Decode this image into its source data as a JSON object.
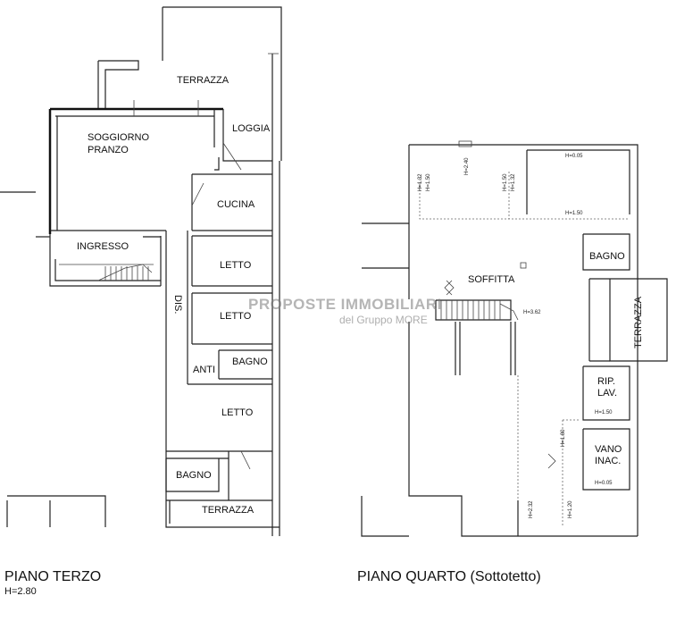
{
  "floor3": {
    "title": "PIANO TERZO",
    "height": "H=2.80",
    "rooms": {
      "terrazza_top": "TERRAZZA",
      "loggia": "LOGGIA",
      "soggiorno_line1": "SOGGIORNO",
      "soggiorno_line2": "PRANZO",
      "cucina": "CUCINA",
      "ingresso": "INGRESSO",
      "letto1": "LETTO",
      "letto2": "LETTO",
      "dis": "DIS.",
      "anti": "ANTI",
      "bagno1": "BAGNO",
      "letto3": "LETTO",
      "bagno2": "BAGNO",
      "terrazza_bottom": "TERRAZZA"
    }
  },
  "floor4": {
    "title": "PIANO QUARTO (Sottotetto)",
    "rooms": {
      "soffitta": "SOFFITTA",
      "bagno": "BAGNO",
      "terrazza": "TERRAZZA",
      "rip_line1": "RIP.",
      "rip_line2": "LAV.",
      "vano_line1": "VANO",
      "vano_line2": "INAC."
    },
    "heights": {
      "h_005_top": "H=0.05",
      "h_150_top": "H=1.50",
      "h_240": "H=2.40",
      "h_132_a": "H=1.32",
      "h_150_a": "H=1.50",
      "h_150_b": "H=1.50",
      "h_132_b": "H=1.32",
      "h_362": "H=3.62",
      "h_150_rip": "H=1.50",
      "h_005_vano": "H=0.05",
      "h_180": "H=1.80",
      "h_232": "H=2.32",
      "h_120": "H=1.20"
    }
  },
  "watermark": {
    "line1": "PROPOSTE IMMOBILIARI",
    "line2": "del Gruppo MORE"
  }
}
